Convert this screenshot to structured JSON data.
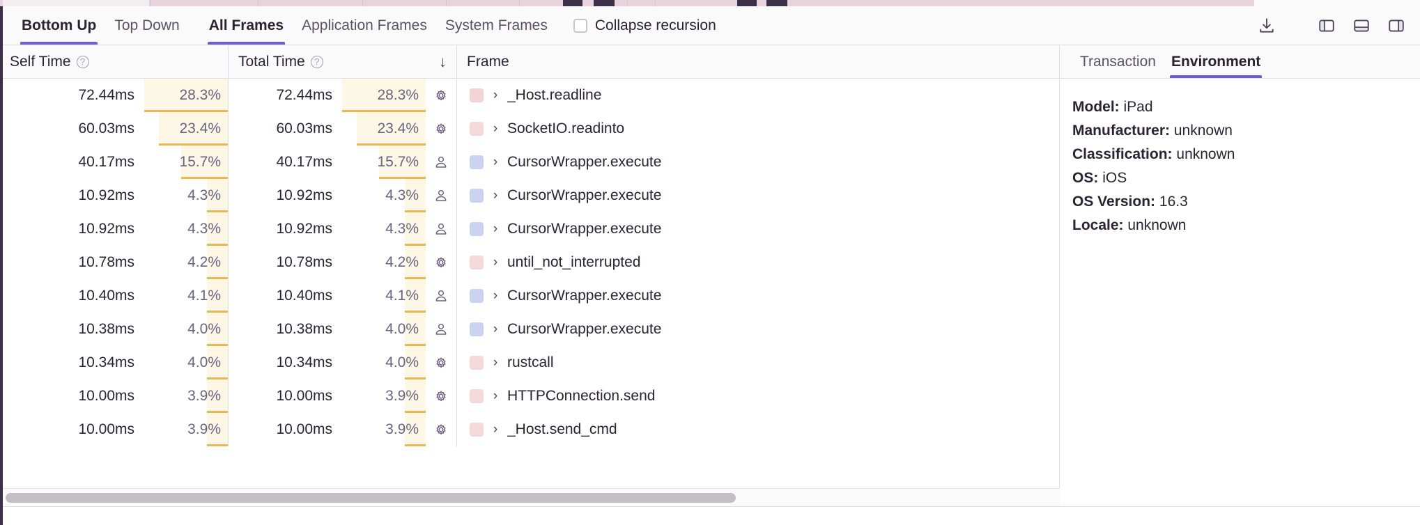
{
  "toolbar": {
    "tabs": [
      {
        "label": "Bottom Up",
        "active": true
      },
      {
        "label": "Top Down",
        "active": false
      }
    ],
    "frame_tabs": [
      {
        "label": "All Frames",
        "active": true
      },
      {
        "label": "Application Frames",
        "active": false
      },
      {
        "label": "System Frames",
        "active": false
      }
    ],
    "collapse_recursion": {
      "label": "Collapse recursion",
      "checked": false
    },
    "actions": [
      {
        "name": "download-icon",
        "title": "Export"
      },
      {
        "name": "panel-left-icon",
        "title": "Left panel"
      },
      {
        "name": "panel-bottom-icon",
        "title": "Bottom panel"
      },
      {
        "name": "panel-right-icon",
        "title": "Right panel"
      }
    ]
  },
  "table": {
    "columns": [
      {
        "label": "Self Time",
        "help": "?",
        "sorted": false
      },
      {
        "label": "Total Time",
        "help": "?",
        "sorted": true,
        "sort_dir": "↓"
      },
      {
        "label": "Frame",
        "help": "",
        "sorted": false
      }
    ],
    "max_pct": 28.3,
    "rows": [
      {
        "self_time": "72.44ms",
        "self_pct": "28.3%",
        "self_pct_val": 28.3,
        "total_time": "72.44ms",
        "total_pct": "28.3%",
        "total_pct_val": 28.3,
        "kind": "system",
        "icon": "gear-icon",
        "swatch": "#f2d4d4",
        "frame": "_Host.readline"
      },
      {
        "self_time": "60.03ms",
        "self_pct": "23.4%",
        "self_pct_val": 23.4,
        "total_time": "60.03ms",
        "total_pct": "23.4%",
        "total_pct_val": 23.4,
        "kind": "system",
        "icon": "gear-icon",
        "swatch": "#f4d9d9",
        "frame": "SocketIO.readinto"
      },
      {
        "self_time": "40.17ms",
        "self_pct": "15.7%",
        "self_pct_val": 15.7,
        "total_time": "40.17ms",
        "total_pct": "15.7%",
        "total_pct_val": 15.7,
        "kind": "application",
        "icon": "person-icon",
        "swatch": "#ccd2f2",
        "frame": "CursorWrapper.execute"
      },
      {
        "self_time": "10.92ms",
        "self_pct": "4.3%",
        "self_pct_val": 4.3,
        "total_time": "10.92ms",
        "total_pct": "4.3%",
        "total_pct_val": 4.3,
        "kind": "application",
        "icon": "person-icon",
        "swatch": "#ccd2f2",
        "frame": "CursorWrapper.execute"
      },
      {
        "self_time": "10.92ms",
        "self_pct": "4.3%",
        "self_pct_val": 4.3,
        "total_time": "10.92ms",
        "total_pct": "4.3%",
        "total_pct_val": 4.3,
        "kind": "application",
        "icon": "person-icon",
        "swatch": "#ccd2f2",
        "frame": "CursorWrapper.execute"
      },
      {
        "self_time": "10.78ms",
        "self_pct": "4.2%",
        "self_pct_val": 4.2,
        "total_time": "10.78ms",
        "total_pct": "4.2%",
        "total_pct_val": 4.2,
        "kind": "system",
        "icon": "gear-icon",
        "swatch": "#f4d9d9",
        "frame": "until_not_interrupted"
      },
      {
        "self_time": "10.40ms",
        "self_pct": "4.1%",
        "self_pct_val": 4.1,
        "total_time": "10.40ms",
        "total_pct": "4.1%",
        "total_pct_val": 4.1,
        "kind": "application",
        "icon": "person-icon",
        "swatch": "#ccd2f2",
        "frame": "CursorWrapper.execute"
      },
      {
        "self_time": "10.38ms",
        "self_pct": "4.0%",
        "self_pct_val": 4.0,
        "total_time": "10.38ms",
        "total_pct": "4.0%",
        "total_pct_val": 4.0,
        "kind": "application",
        "icon": "person-icon",
        "swatch": "#ccd2f2",
        "frame": "CursorWrapper.execute"
      },
      {
        "self_time": "10.34ms",
        "self_pct": "4.0%",
        "self_pct_val": 4.0,
        "total_time": "10.34ms",
        "total_pct": "4.0%",
        "total_pct_val": 4.0,
        "kind": "system",
        "icon": "gear-icon",
        "swatch": "#f4d9d9",
        "frame": "rustcall"
      },
      {
        "self_time": "10.00ms",
        "self_pct": "3.9%",
        "self_pct_val": 3.9,
        "total_time": "10.00ms",
        "total_pct": "3.9%",
        "total_pct_val": 3.9,
        "kind": "system",
        "icon": "gear-icon",
        "swatch": "#f4d9d9",
        "frame": "HTTPConnection.send"
      },
      {
        "self_time": "10.00ms",
        "self_pct": "3.9%",
        "self_pct_val": 3.9,
        "total_time": "10.00ms",
        "total_pct": "3.9%",
        "total_pct_val": 3.9,
        "kind": "system",
        "icon": "gear-icon",
        "swatch": "#f4d9d9",
        "frame": "_Host.send_cmd"
      }
    ]
  },
  "detail": {
    "tabs": [
      {
        "label": "Transaction",
        "active": false
      },
      {
        "label": "Environment",
        "active": true
      }
    ],
    "environment": [
      {
        "key": "Model:",
        "value": "iPad"
      },
      {
        "key": "Manufacturer:",
        "value": "unknown"
      },
      {
        "key": "Classification:",
        "value": "unknown"
      },
      {
        "key": "OS:",
        "value": "iOS"
      },
      {
        "key": "OS Version:",
        "value": "16.3"
      },
      {
        "key": "Locale:",
        "value": "unknown"
      }
    ]
  },
  "colors": {
    "accent": "#6c5fc7",
    "bar_fill": "#fdf8e6",
    "bar_line": "#e7b94e",
    "rail": "#3b3047",
    "flame": "#e8d3dc"
  }
}
